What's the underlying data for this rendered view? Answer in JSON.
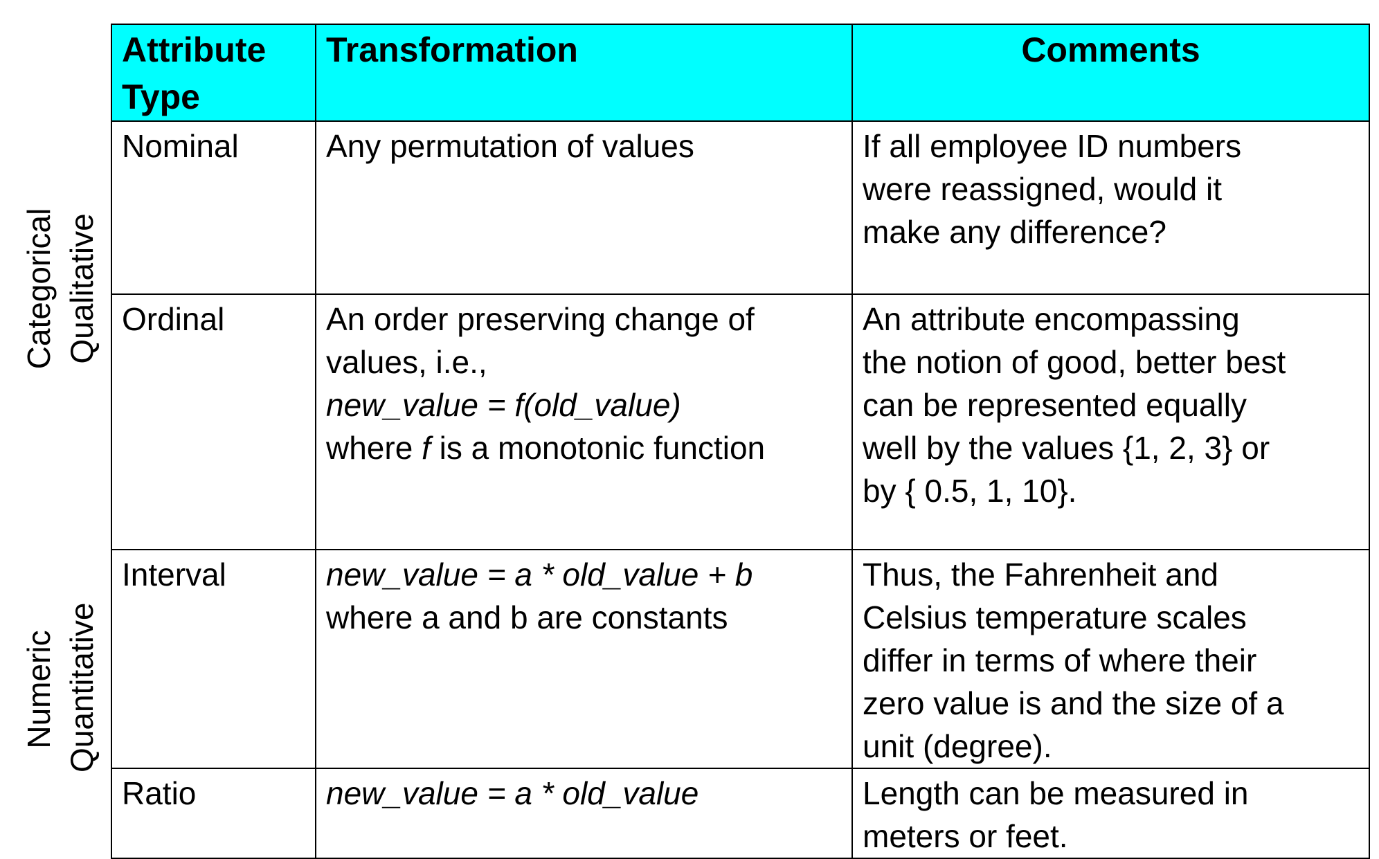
{
  "side_labels": {
    "top": [
      "Categorical",
      "Qualitative"
    ],
    "bottom": [
      "Numeric",
      "Quantitative"
    ]
  },
  "header": {
    "attribute_type": [
      "Attribute",
      "Type"
    ],
    "transformation": "Transformation",
    "comments": "Comments"
  },
  "rows": [
    {
      "type": "Nominal",
      "transformation": {
        "line1": "Any permutation of values"
      },
      "comments": [
        "If all employee ID numbers",
        "were reassigned, would it",
        "make any difference?"
      ]
    },
    {
      "type": "Ordinal",
      "transformation": {
        "line1": "An order preserving change of",
        "line2": "values, i.e.,",
        "line3": "new_value = f(old_value)",
        "line4_pre": "where ",
        "line4_italic": "f",
        "line4_post": " is a monotonic function"
      },
      "comments": [
        "An attribute encompassing",
        "the notion of good, better best",
        "can be represented equally",
        "well by the values {1, 2, 3} or",
        "by { 0.5, 1, 10}."
      ]
    },
    {
      "type": "Interval",
      "transformation": {
        "line1": "new_value = a * old_value + b",
        "line2": "where a and b are constants"
      },
      "comments": [
        "Thus, the Fahrenheit and",
        "Celsius temperature scales",
        "differ in terms of where their",
        "zero value is and the size of a",
        "unit (degree)."
      ]
    },
    {
      "type": "Ratio",
      "transformation": {
        "line1": "new_value = a * old_value"
      },
      "comments": [
        "Length can be measured in",
        "meters or feet."
      ]
    }
  ],
  "colors": {
    "header_background": "#00ffff",
    "border": "#000000",
    "text": "#000000"
  }
}
